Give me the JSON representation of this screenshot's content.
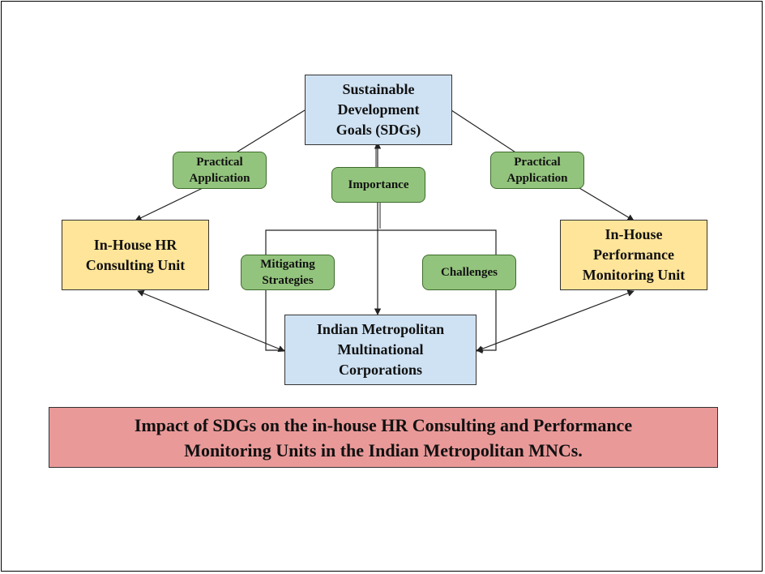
{
  "nodes": {
    "sdg": "Sustainable\nDevelopment\nGoals (SDGs)",
    "hr_unit": "In-House HR\nConsulting Unit",
    "perf_unit": "In-House\nPerformance\nMonitoring Unit",
    "mnc": "Indian Metropolitan\nMultinational\nCorporations"
  },
  "edge_labels": {
    "practical_left": "Practical\nApplication",
    "practical_right": "Practical\nApplication",
    "importance": "Importance",
    "mitigating": "Mitigating\nStrategies",
    "challenges": "Challenges"
  },
  "caption": "Impact of SDGs on the in-house HR Consulting and Performance\nMonitoring Units in the Indian Metropolitan MNCs.",
  "colors": {
    "node_blue": "#cfe2f3",
    "node_yellow": "#ffe599",
    "label_green": "#93c47d",
    "caption_red": "#ea9999"
  }
}
